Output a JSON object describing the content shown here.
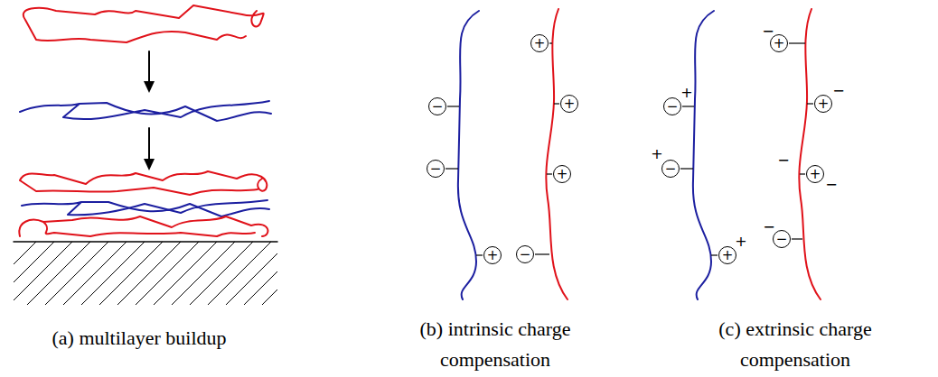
{
  "diagram": {
    "nodes": [
      {
        "text": [
          "+"
        ]
      },
      {
        "text": [
          "+"
        ]
      },
      {
        "text": [
          "−"
        ]
      },
      {
        "text": [
          "−"
        ]
      },
      {
        "text": [
          "+"
        ]
      },
      {
        "text": [
          "+"
        ]
      },
      {
        "text": [
          "−"
        ]
      },
      {
        "text": [
          "+"
        ]
      },
      {
        "text": [
          "+"
        ]
      },
      {
        "text": [
          "−"
        ]
      },
      {
        "text": [
          "−"
        ]
      },
      {
        "text": [
          "+"
        ]
      },
      {
        "text": [
          "+"
        ]
      },
      {
        "text": [
          "−"
        ]
      }
    ],
    "labels": [
      "−",
      "−",
      "+",
      "+",
      "−",
      "−",
      "+",
      "−",
      "(a) multilayer buildup",
      "(b) intrinsic charge compensation",
      "(c) extrinsic charge compensation"
    ]
  }
}
